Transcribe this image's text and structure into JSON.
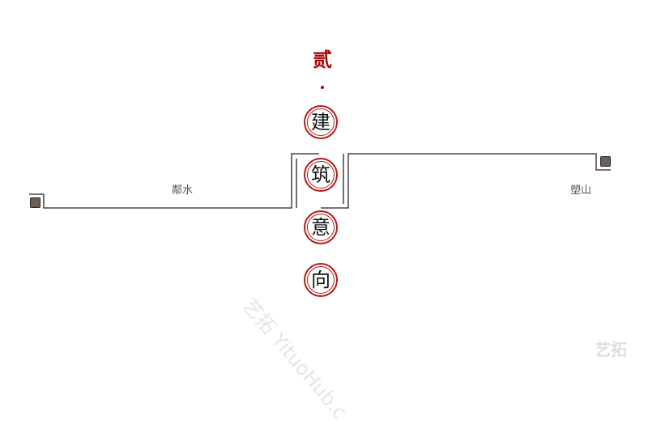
{
  "section": {
    "number": "贰",
    "title_chars": [
      "建",
      "筑",
      "意",
      "向"
    ]
  },
  "places": {
    "left": "鄰水",
    "right": "塑山"
  },
  "watermark": {
    "text": "艺拓 YituoHub.c",
    "corner_logo": "艺拓"
  },
  "colors": {
    "accent_red": "#b00000",
    "seal_ring": "#b51c1c",
    "line": "#222222",
    "end_square": "#6b5f58"
  }
}
